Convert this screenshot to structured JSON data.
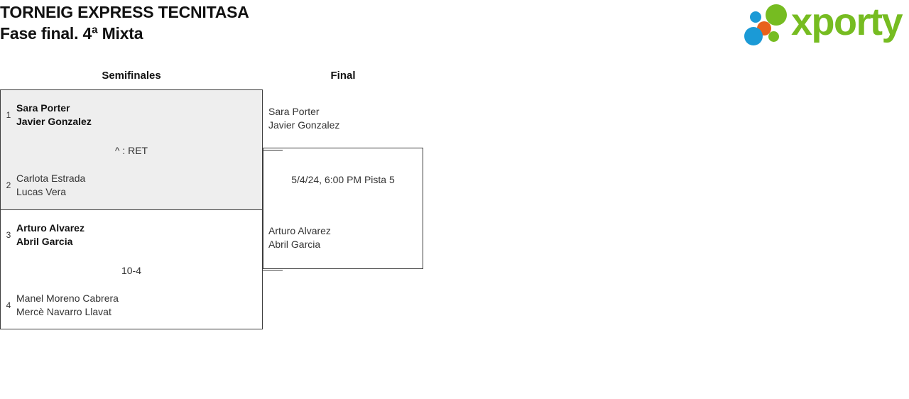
{
  "header": {
    "title_line1": "TORNEIG EXPRESS TECNITASA",
    "title_line2": "Fase final. 4ª Mixta",
    "logo_text": "xporty",
    "colors": {
      "logo_green": "#76bc21",
      "logo_blue": "#1b9ad6",
      "logo_orange": "#e8621b",
      "highlight_bg": "#eeeeee",
      "border": "#3c3c3c"
    }
  },
  "rounds": [
    {
      "label": "Semifinales"
    },
    {
      "label": "Final"
    }
  ],
  "semifinals": [
    {
      "highlight": true,
      "score": "^ : RET",
      "top": {
        "seed": "1",
        "winner": true,
        "player1": "Sara Porter",
        "player2": "Javier Gonzalez"
      },
      "bottom": {
        "seed": "2",
        "winner": false,
        "player1": "Carlota Estrada",
        "player2": "Lucas Vera"
      }
    },
    {
      "highlight": false,
      "score": "10-4",
      "top": {
        "seed": "3",
        "winner": true,
        "player1": "Arturo Alvarez",
        "player2": "Abril Garcia"
      },
      "bottom": {
        "seed": "4",
        "winner": false,
        "player1": "Manel Moreno Cabrera",
        "player2": "Mercè Navarro Llavat"
      }
    }
  ],
  "final": {
    "schedule": "5/4/24, 6:00 PM Pista 5",
    "top": {
      "player1": "Sara Porter",
      "player2": "Javier Gonzalez"
    },
    "bottom": {
      "player1": "Arturo Alvarez",
      "player2": "Abril Garcia"
    }
  }
}
